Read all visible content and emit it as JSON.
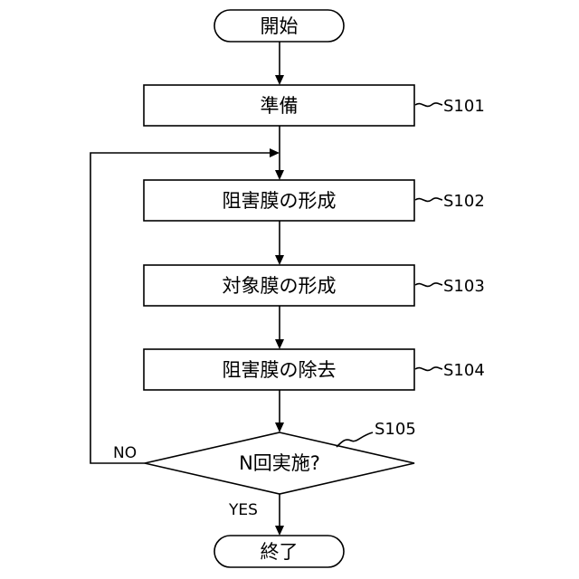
{
  "flowchart": {
    "start": {
      "label": "開始"
    },
    "end": {
      "label": "終了"
    },
    "steps": [
      {
        "id": "S101",
        "label": "準備"
      },
      {
        "id": "S102",
        "label": "阻害膜の形成"
      },
      {
        "id": "S103",
        "label": "対象膜の形成"
      },
      {
        "id": "S104",
        "label": "阻害膜の除去"
      }
    ],
    "decision": {
      "id": "S105",
      "label": "N回実施?",
      "yes_label": "YES",
      "no_label": "NO"
    }
  }
}
